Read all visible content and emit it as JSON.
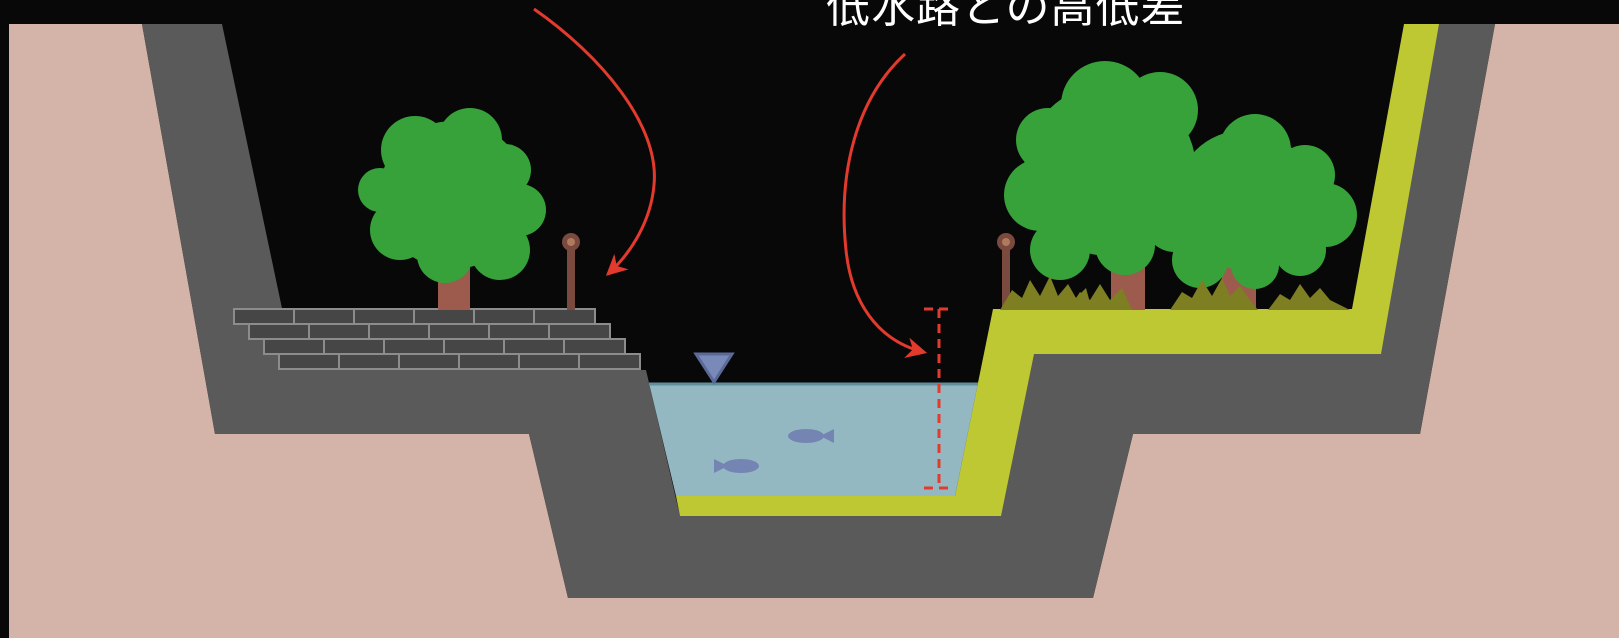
{
  "caption": "低水路との高低差",
  "colors": {
    "background": "#080808",
    "soil": "#d4b4a8",
    "concrete": "#5a5a5a",
    "revetment_green": "#bec832",
    "water": "#94b8c2",
    "water_edge": "#5f8e9c",
    "fish": "#7585b3",
    "water_level_marker": "#7a8ab8",
    "tree_foliage": "#37a23a",
    "tree_trunk": "#9c5b4d",
    "grass": "#7e7e22",
    "stone_steps": "#464646",
    "stone_lines": "#8c8c8c",
    "lamp_post": "#7a4a3e",
    "arrow_red": "#e33a2e"
  },
  "elements": [
    "stone-steps-left",
    "tree-left",
    "lamp-post-left",
    "water-level-marker",
    "fish-1",
    "fish-2",
    "height-difference-dimension",
    "trees-right",
    "lamp-post-right",
    "grass-right",
    "green-revetment-right"
  ]
}
